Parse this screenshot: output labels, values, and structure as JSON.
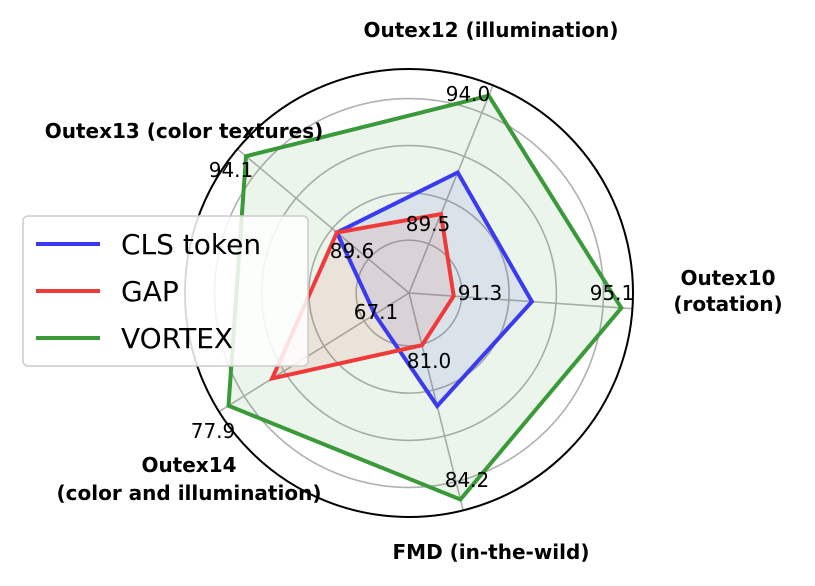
{
  "chart_data": {
    "type": "radar",
    "axes": [
      {
        "label_lines": [
          "Outex10",
          "(rotation)"
        ]
      },
      {
        "label_lines": [
          "Outex12 (illumination)"
        ]
      },
      {
        "label_lines": [
          "Outex13 (color textures)"
        ]
      },
      {
        "label_lines": [
          "Outex14",
          "(color and illumination)"
        ]
      },
      {
        "label_lines": [
          "FMD (in-the-wild)"
        ]
      }
    ],
    "axis_max_labels": [
      "95.1",
      "94.0",
      "94.1",
      "77.9",
      "84.2"
    ],
    "axis_min_labels": [
      "91.3",
      "89.5",
      "89.6",
      "67.1",
      "81.0"
    ],
    "series": [
      {
        "name": "CLS token",
        "color": "#3a3af0",
        "values": [
          0.55,
          0.58,
          0.42,
          0.18,
          0.52
        ]
      },
      {
        "name": "GAP",
        "color": "#f03a3a",
        "values": [
          0.2,
          0.38,
          0.42,
          0.72,
          0.24
        ]
      },
      {
        "name": "VORTEX",
        "color": "#3a9a3a",
        "values": [
          0.95,
          0.95,
          0.95,
          0.95,
          0.95
        ]
      }
    ],
    "grid": true,
    "legend": "left"
  }
}
